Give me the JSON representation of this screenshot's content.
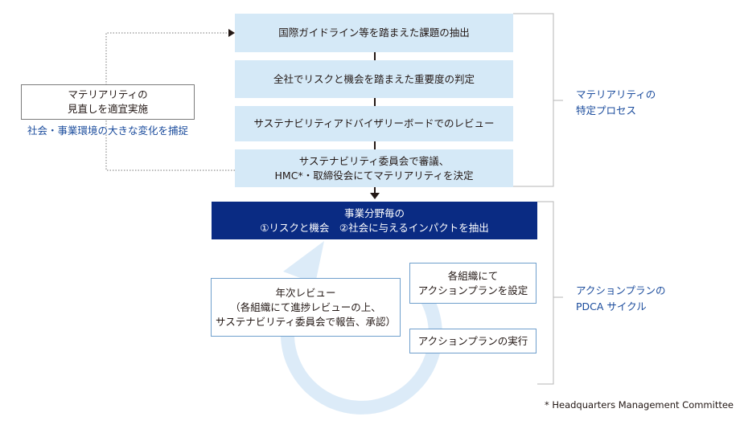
{
  "process_steps": [
    {
      "text": "国際ガイドライン等を踏まえた課題の抽出"
    },
    {
      "text": "全社でリスクと機会を踏まえた重要度の判定"
    },
    {
      "text": "サステナビリティアドバイザリーボードでのレビュー"
    },
    {
      "line1": "サステナビリティ委員会で審議、",
      "line2": "HMC*・取締役会にてマテリアリティを決定"
    }
  ],
  "review_box": {
    "line1": "マテリアリティの",
    "line2": "見直しを適宜実施"
  },
  "review_caption": "社会・事業環境の大きな変化を捕捉",
  "group_label_top": {
    "line1": "マテリアリティの",
    "line2": "特定プロセス"
  },
  "navy_box": {
    "line1": "事業分野毎の",
    "line2": "①リスクと機会　②社会に与えるインパクトを抽出"
  },
  "set_plan_box": {
    "line1": "各組織にて",
    "line2": "アクションプランを設定"
  },
  "execute_box": {
    "text": "アクションプランの実行"
  },
  "annual_review_box": {
    "line1": "年次レビュー",
    "line2": "（各組織にて進捗レビューの上、",
    "line3": "サステナビリティ委員会で報告、承認）"
  },
  "group_label_bottom": {
    "line1": "アクションプランの",
    "line2": "PDCA サイクル"
  },
  "footnote": "* Headquarters Management Committee",
  "colors": {
    "step_fill": "#d5e9f7",
    "navy": "#0a2b83",
    "cycle_arrow": "#dcebf8",
    "label_blue": "#1a4b9c"
  }
}
